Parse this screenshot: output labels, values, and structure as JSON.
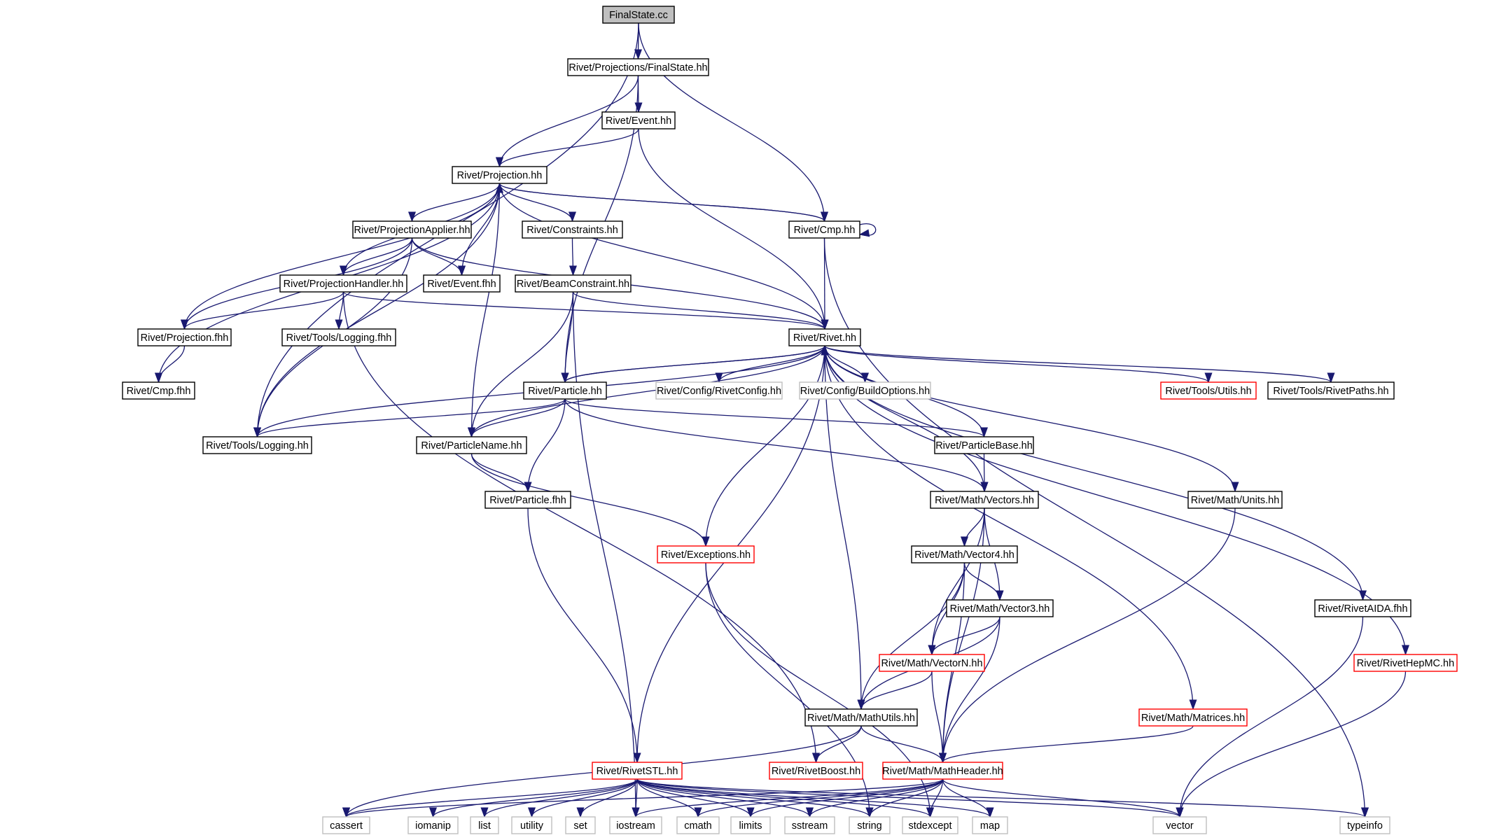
{
  "diagram": {
    "colors": {
      "edge": "#191970",
      "node_border_normal": "#000000",
      "node_border_truncated": "#ff0000",
      "node_border_external": "#bfbfbf",
      "node_fill_root": "#bfbfbf",
      "node_fill": "#ffffff",
      "text": "#000000"
    },
    "nodes": [
      {
        "id": "finalstate_cc",
        "label": "FinalState.cc",
        "kind": "root"
      },
      {
        "id": "proj_finalstate_hh",
        "label": "Rivet/Projections/FinalState.hh",
        "kind": "normal"
      },
      {
        "id": "event_hh",
        "label": "Rivet/Event.hh",
        "kind": "normal"
      },
      {
        "id": "projection_hh",
        "label": "Rivet/Projection.hh",
        "kind": "normal"
      },
      {
        "id": "cmp_hh",
        "label": "Rivet/Cmp.hh",
        "kind": "normal"
      },
      {
        "id": "projectionapplier_hh",
        "label": "Rivet/ProjectionApplier.hh",
        "kind": "normal"
      },
      {
        "id": "constraints_hh",
        "label": "Rivet/Constraints.hh",
        "kind": "normal"
      },
      {
        "id": "projectionhandler_hh",
        "label": "Rivet/ProjectionHandler.hh",
        "kind": "normal"
      },
      {
        "id": "event_fhh",
        "label": "Rivet/Event.fhh",
        "kind": "normal"
      },
      {
        "id": "beamconstraint_hh",
        "label": "Rivet/BeamConstraint.hh",
        "kind": "normal"
      },
      {
        "id": "projection_fhh",
        "label": "Rivet/Projection.fhh",
        "kind": "normal"
      },
      {
        "id": "tools_logging_fhh",
        "label": "Rivet/Tools/Logging.fhh",
        "kind": "normal"
      },
      {
        "id": "rivet_hh",
        "label": "Rivet/Rivet.hh",
        "kind": "normal"
      },
      {
        "id": "cmp_fhh",
        "label": "Rivet/Cmp.fhh",
        "kind": "normal"
      },
      {
        "id": "particle_hh",
        "label": "Rivet/Particle.hh",
        "kind": "normal"
      },
      {
        "id": "rivetconfig_hh",
        "label": "Rivet/Config/RivetConfig.hh",
        "kind": "external"
      },
      {
        "id": "buildoptions_hh",
        "label": "Rivet/Config/BuildOptions.hh",
        "kind": "external"
      },
      {
        "id": "tools_utils_hh",
        "label": "Rivet/Tools/Utils.hh",
        "kind": "truncated"
      },
      {
        "id": "tools_rivetpaths_hh",
        "label": "Rivet/Tools/RivetPaths.hh",
        "kind": "normal"
      },
      {
        "id": "tools_logging_hh",
        "label": "Rivet/Tools/Logging.hh",
        "kind": "normal"
      },
      {
        "id": "particlename_hh",
        "label": "Rivet/ParticleName.hh",
        "kind": "normal"
      },
      {
        "id": "particlebase_hh",
        "label": "Rivet/ParticleBase.hh",
        "kind": "normal"
      },
      {
        "id": "particle_fhh",
        "label": "Rivet/Particle.fhh",
        "kind": "normal"
      },
      {
        "id": "math_vectors_hh",
        "label": "Rivet/Math/Vectors.hh",
        "kind": "normal"
      },
      {
        "id": "math_units_hh",
        "label": "Rivet/Math/Units.hh",
        "kind": "normal"
      },
      {
        "id": "exceptions_hh",
        "label": "Rivet/Exceptions.hh",
        "kind": "truncated"
      },
      {
        "id": "math_vector4_hh",
        "label": "Rivet/Math/Vector4.hh",
        "kind": "normal"
      },
      {
        "id": "math_vector3_hh",
        "label": "Rivet/Math/Vector3.hh",
        "kind": "normal"
      },
      {
        "id": "rivetaida_fhh",
        "label": "Rivet/RivetAIDA.fhh",
        "kind": "normal"
      },
      {
        "id": "math_vectorn_hh",
        "label": "Rivet/Math/VectorN.hh",
        "kind": "truncated"
      },
      {
        "id": "rivethepmc_hh",
        "label": "Rivet/RivetHepMC.hh",
        "kind": "truncated"
      },
      {
        "id": "math_mathutils_hh",
        "label": "Rivet/Math/MathUtils.hh",
        "kind": "normal"
      },
      {
        "id": "math_matrices_hh",
        "label": "Rivet/Math/Matrices.hh",
        "kind": "truncated"
      },
      {
        "id": "rivetstl_hh",
        "label": "Rivet/RivetSTL.hh",
        "kind": "truncated"
      },
      {
        "id": "rivetboost_hh",
        "label": "Rivet/RivetBoost.hh",
        "kind": "truncated"
      },
      {
        "id": "math_mathheader_hh",
        "label": "Rivet/Math/MathHeader.hh",
        "kind": "truncated"
      },
      {
        "id": "cassert",
        "label": "cassert",
        "kind": "external"
      },
      {
        "id": "iomanip",
        "label": "iomanip",
        "kind": "external"
      },
      {
        "id": "list",
        "label": "list",
        "kind": "external"
      },
      {
        "id": "utility",
        "label": "utility",
        "kind": "external"
      },
      {
        "id": "set",
        "label": "set",
        "kind": "external"
      },
      {
        "id": "iostream",
        "label": "iostream",
        "kind": "external"
      },
      {
        "id": "cmath",
        "label": "cmath",
        "kind": "external"
      },
      {
        "id": "limits",
        "label": "limits",
        "kind": "external"
      },
      {
        "id": "sstream",
        "label": "sstream",
        "kind": "external"
      },
      {
        "id": "string",
        "label": "string",
        "kind": "external"
      },
      {
        "id": "stdexcept",
        "label": "stdexcept",
        "kind": "external"
      },
      {
        "id": "map",
        "label": "map",
        "kind": "external"
      },
      {
        "id": "vector",
        "label": "vector",
        "kind": "external"
      },
      {
        "id": "typeinfo",
        "label": "typeinfo",
        "kind": "external"
      }
    ],
    "edges": [
      {
        "from": "finalstate_cc",
        "to": "proj_finalstate_hh"
      },
      {
        "from": "finalstate_cc",
        "to": "cmp_hh"
      },
      {
        "from": "finalstate_cc",
        "to": "tools_logging_hh"
      },
      {
        "from": "proj_finalstate_hh",
        "to": "event_hh"
      },
      {
        "from": "proj_finalstate_hh",
        "to": "projection_hh"
      },
      {
        "from": "proj_finalstate_hh",
        "to": "particle_hh"
      },
      {
        "from": "event_hh",
        "to": "projection_hh"
      },
      {
        "from": "event_hh",
        "to": "rivet_hh"
      },
      {
        "from": "projection_hh",
        "to": "projectionapplier_hh"
      },
      {
        "from": "projection_hh",
        "to": "constraints_hh"
      },
      {
        "from": "projection_hh",
        "to": "event_fhh"
      },
      {
        "from": "projection_hh",
        "to": "projectionhandler_hh"
      },
      {
        "from": "projection_hh",
        "to": "projection_fhh"
      },
      {
        "from": "projection_hh",
        "to": "cmp_fhh"
      },
      {
        "from": "projection_hh",
        "to": "tools_logging_hh"
      },
      {
        "from": "projection_hh",
        "to": "particlename_hh"
      },
      {
        "from": "projection_hh",
        "to": "cmp_hh"
      },
      {
        "from": "projection_hh",
        "to": "rivet_hh"
      },
      {
        "from": "cmp_hh",
        "to": "projection_hh"
      },
      {
        "from": "cmp_hh",
        "to": "cmp_hh"
      },
      {
        "from": "cmp_hh",
        "to": "rivet_hh"
      },
      {
        "from": "cmp_hh",
        "to": "typeinfo"
      },
      {
        "from": "projectionapplier_hh",
        "to": "projectionhandler_hh"
      },
      {
        "from": "projectionapplier_hh",
        "to": "event_fhh"
      },
      {
        "from": "projectionapplier_hh",
        "to": "projection_fhh"
      },
      {
        "from": "projectionapplier_hh",
        "to": "tools_logging_hh"
      },
      {
        "from": "projectionapplier_hh",
        "to": "rivet_hh"
      },
      {
        "from": "constraints_hh",
        "to": "beamconstraint_hh"
      },
      {
        "from": "projectionhandler_hh",
        "to": "projection_fhh"
      },
      {
        "from": "projectionhandler_hh",
        "to": "tools_logging_fhh"
      },
      {
        "from": "projectionhandler_hh",
        "to": "rivet_hh"
      },
      {
        "from": "projectionhandler_hh",
        "to": "rivetboost_hh"
      },
      {
        "from": "beamconstraint_hh",
        "to": "rivet_hh"
      },
      {
        "from": "beamconstraint_hh",
        "to": "particle_hh"
      },
      {
        "from": "beamconstraint_hh",
        "to": "particlename_hh"
      },
      {
        "from": "beamconstraint_hh",
        "to": "iostream"
      },
      {
        "from": "projection_fhh",
        "to": "cmp_fhh"
      },
      {
        "from": "rivet_hh",
        "to": "particle_hh"
      },
      {
        "from": "rivet_hh",
        "to": "rivetconfig_hh"
      },
      {
        "from": "rivet_hh",
        "to": "buildoptions_hh"
      },
      {
        "from": "rivet_hh",
        "to": "tools_utils_hh"
      },
      {
        "from": "rivet_hh",
        "to": "tools_rivetpaths_hh"
      },
      {
        "from": "rivet_hh",
        "to": "tools_logging_hh"
      },
      {
        "from": "rivet_hh",
        "to": "particlename_hh"
      },
      {
        "from": "rivet_hh",
        "to": "exceptions_hh"
      },
      {
        "from": "rivet_hh",
        "to": "rivetstl_hh"
      },
      {
        "from": "rivet_hh",
        "to": "math_mathutils_hh"
      },
      {
        "from": "rivet_hh",
        "to": "math_vectors_hh"
      },
      {
        "from": "rivet_hh",
        "to": "math_matrices_hh"
      },
      {
        "from": "rivet_hh",
        "to": "math_units_hh"
      },
      {
        "from": "rivet_hh",
        "to": "rivetaida_fhh"
      },
      {
        "from": "rivet_hh",
        "to": "rivethepmc_hh"
      },
      {
        "from": "particle_hh",
        "to": "rivet_hh"
      },
      {
        "from": "particle_hh",
        "to": "tools_logging_hh"
      },
      {
        "from": "particle_hh",
        "to": "particlename_hh"
      },
      {
        "from": "particle_hh",
        "to": "particle_fhh"
      },
      {
        "from": "particle_hh",
        "to": "particlebase_hh"
      },
      {
        "from": "particle_hh",
        "to": "math_vectors_hh"
      },
      {
        "from": "particlename_hh",
        "to": "particle_fhh"
      },
      {
        "from": "particlename_hh",
        "to": "exceptions_hh"
      },
      {
        "from": "particlebase_hh",
        "to": "rivet_hh"
      },
      {
        "from": "particlebase_hh",
        "to": "math_vectors_hh"
      },
      {
        "from": "particle_fhh",
        "to": "rivetstl_hh"
      },
      {
        "from": "math_vectors_hh",
        "to": "math_vector4_hh"
      },
      {
        "from": "math_vectors_hh",
        "to": "math_vector3_hh"
      },
      {
        "from": "math_vectors_hh",
        "to": "math_vectorn_hh"
      },
      {
        "from": "math_vectors_hh",
        "to": "math_mathheader_hh"
      },
      {
        "from": "math_units_hh",
        "to": "math_mathheader_hh"
      },
      {
        "from": "exceptions_hh",
        "to": "string"
      },
      {
        "from": "exceptions_hh",
        "to": "stdexcept"
      },
      {
        "from": "math_vector4_hh",
        "to": "math_vector3_hh"
      },
      {
        "from": "math_vector4_hh",
        "to": "math_vectorn_hh"
      },
      {
        "from": "math_vector4_hh",
        "to": "math_mathutils_hh"
      },
      {
        "from": "math_vector4_hh",
        "to": "math_mathheader_hh"
      },
      {
        "from": "math_vector3_hh",
        "to": "math_vectorn_hh"
      },
      {
        "from": "math_vector3_hh",
        "to": "math_mathutils_hh"
      },
      {
        "from": "math_vector3_hh",
        "to": "math_mathheader_hh"
      },
      {
        "from": "rivetaida_fhh",
        "to": "vector"
      },
      {
        "from": "math_vectorn_hh",
        "to": "math_mathutils_hh"
      },
      {
        "from": "math_vectorn_hh",
        "to": "math_mathheader_hh"
      },
      {
        "from": "rivethepmc_hh",
        "to": "vector"
      },
      {
        "from": "math_mathutils_hh",
        "to": "math_mathheader_hh"
      },
      {
        "from": "math_mathutils_hh",
        "to": "rivetboost_hh"
      },
      {
        "from": "math_mathutils_hh",
        "to": "cassert"
      },
      {
        "from": "math_matrices_hh",
        "to": "math_mathheader_hh"
      },
      {
        "from": "rivetstl_hh",
        "to": "cassert"
      },
      {
        "from": "rivetstl_hh",
        "to": "iomanip"
      },
      {
        "from": "rivetstl_hh",
        "to": "list"
      },
      {
        "from": "rivetstl_hh",
        "to": "utility"
      },
      {
        "from": "rivetstl_hh",
        "to": "set"
      },
      {
        "from": "rivetstl_hh",
        "to": "iostream"
      },
      {
        "from": "rivetstl_hh",
        "to": "cmath"
      },
      {
        "from": "rivetstl_hh",
        "to": "limits"
      },
      {
        "from": "rivetstl_hh",
        "to": "sstream"
      },
      {
        "from": "rivetstl_hh",
        "to": "string"
      },
      {
        "from": "rivetstl_hh",
        "to": "stdexcept"
      },
      {
        "from": "rivetstl_hh",
        "to": "map"
      },
      {
        "from": "rivetstl_hh",
        "to": "vector"
      },
      {
        "from": "rivetstl_hh",
        "to": "typeinfo"
      },
      {
        "from": "math_mathheader_hh",
        "to": "iostream"
      },
      {
        "from": "math_mathheader_hh",
        "to": "cmath"
      },
      {
        "from": "math_mathheader_hh",
        "to": "limits"
      },
      {
        "from": "math_mathheader_hh",
        "to": "string"
      },
      {
        "from": "math_mathheader_hh",
        "to": "stdexcept"
      },
      {
        "from": "math_mathheader_hh",
        "to": "map"
      },
      {
        "from": "math_mathheader_hh",
        "to": "vector"
      },
      {
        "from": "math_mathheader_hh",
        "to": "cassert"
      },
      {
        "from": "math_mathheader_hh",
        "to": "sstream"
      }
    ]
  }
}
